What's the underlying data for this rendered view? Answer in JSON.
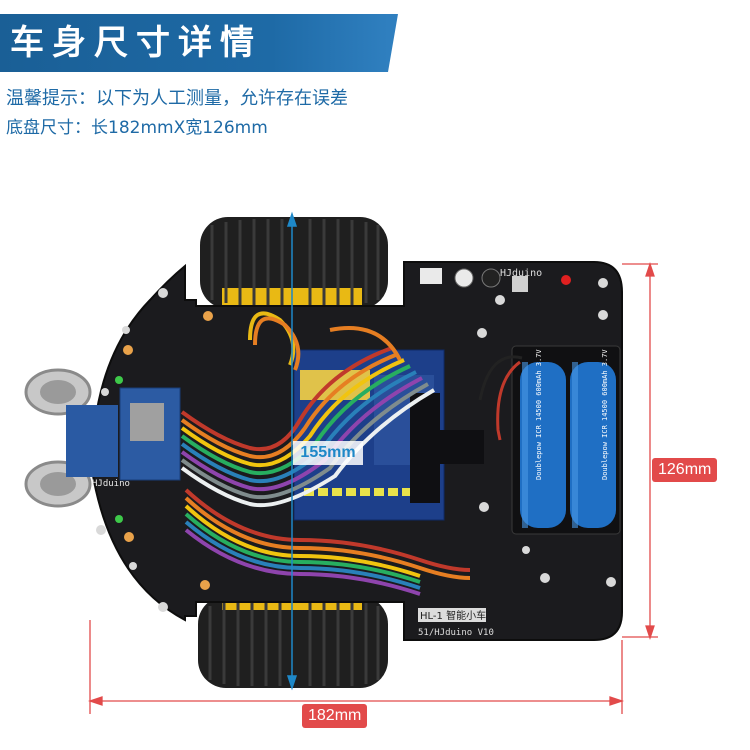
{
  "header": {
    "title": "车身尺寸详情"
  },
  "tip": "温馨提示：以下为人工测量，允许存在误差",
  "chassis_size": "底盘尺寸：长182mmX宽126mm",
  "measurements": {
    "height": "155mm",
    "width": "126mm",
    "length": "182mm"
  },
  "board_text": {
    "brand_top": "HJduino",
    "sensor_brand": "HJduino",
    "model": "HL-1 智能小车",
    "version": "51/HJduino V10",
    "battery_1": "Doublepow ICR 14500 600mAh 3.7V",
    "battery_2": "Doublepow ICR 14500 600mAh 3.7V"
  },
  "colors": {
    "banner": "#1e6aa6",
    "accent_text": "#1e6aa6",
    "measure_red": "#e24a4a",
    "measure_blue": "#1e88c8",
    "board": "#1b1b1e",
    "battery": "#1f6fc4",
    "wheel_hub": "#f0c419"
  }
}
